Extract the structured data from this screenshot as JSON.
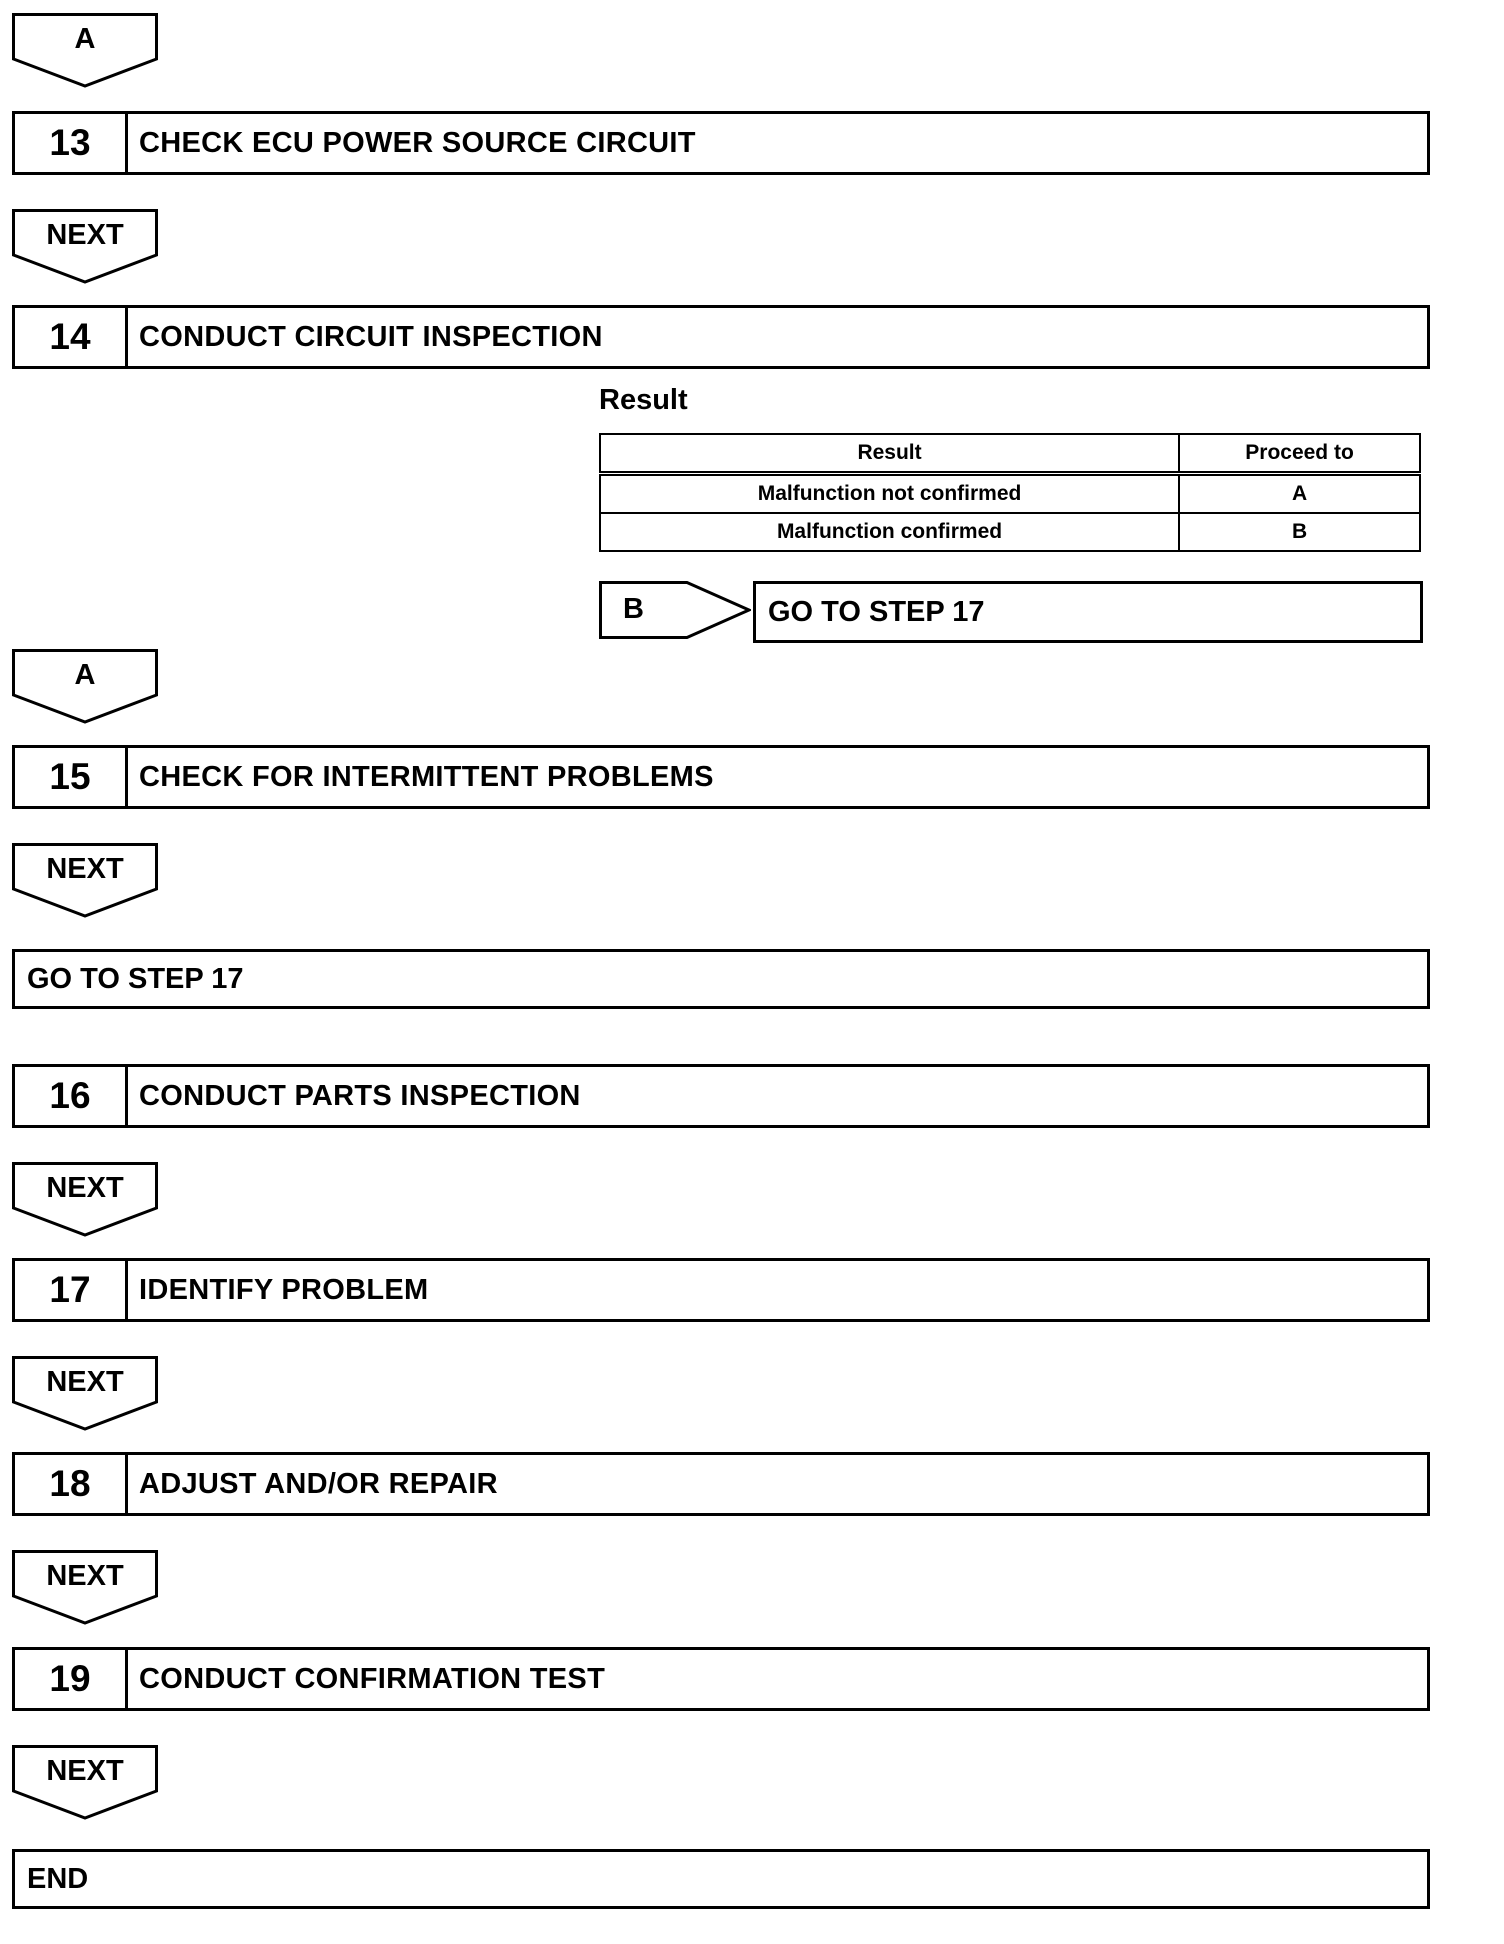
{
  "flow": {
    "connector_top": "A",
    "step13": {
      "num": "13",
      "title": "CHECK ECU POWER SOURCE CIRCUIT"
    },
    "next1": "NEXT",
    "step14": {
      "num": "14",
      "title": "CONDUCT CIRCUIT INSPECTION"
    },
    "result_label": "Result",
    "result_table": {
      "headers": [
        "Result",
        "Proceed to"
      ],
      "rows": [
        [
          "Malfunction not confirmed",
          "A"
        ],
        [
          "Malfunction confirmed",
          "B"
        ]
      ]
    },
    "branch_b": {
      "label": "B",
      "target": "GO TO STEP 17"
    },
    "connector_a": "A",
    "step15": {
      "num": "15",
      "title": "CHECK FOR INTERMITTENT PROBLEMS"
    },
    "next2": "NEXT",
    "goto17": "GO TO STEP 17",
    "step16": {
      "num": "16",
      "title": "CONDUCT PARTS INSPECTION"
    },
    "next3": "NEXT",
    "step17": {
      "num": "17",
      "title": "IDENTIFY PROBLEM"
    },
    "next4": "NEXT",
    "step18": {
      "num": "18",
      "title": "ADJUST AND/OR REPAIR"
    },
    "next5": "NEXT",
    "step19": {
      "num": "19",
      "title": "CONDUCT CONFIRMATION TEST"
    },
    "next6": "NEXT",
    "end": "END"
  }
}
